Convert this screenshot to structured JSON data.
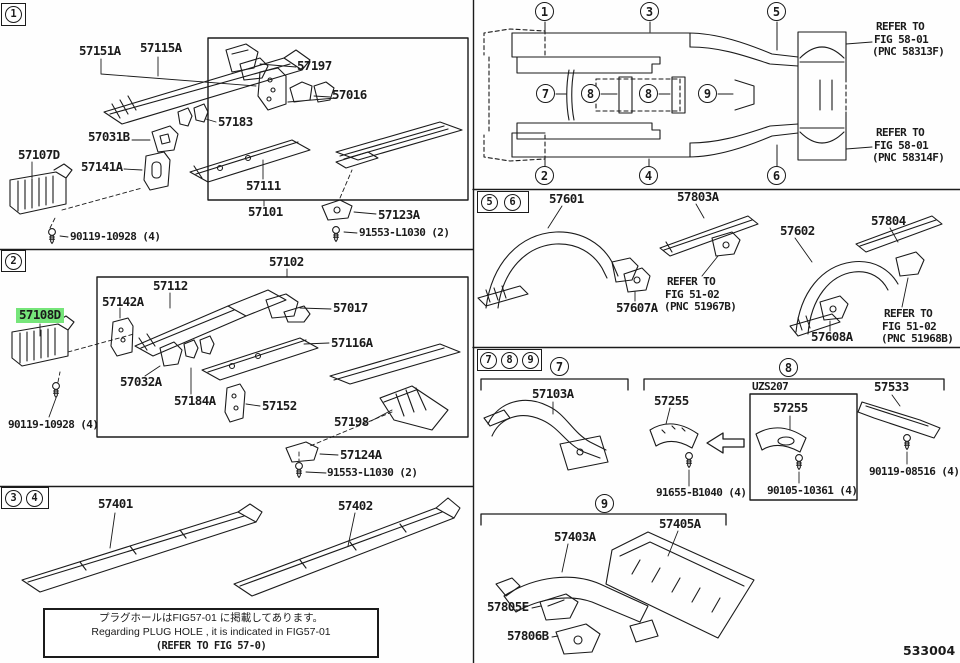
{
  "doc": {
    "number": "533004"
  },
  "highlight": {
    "color": "#76e57a"
  },
  "callouts": {
    "n1": "1",
    "n2": "2",
    "n3": "3",
    "n4": "4",
    "n5": "5",
    "n6": "6",
    "n7": "7",
    "n8": "8",
    "n9": "9"
  },
  "p1": {
    "k57151a": "57151A",
    "k57115a": "57115A",
    "k57197": "57197",
    "k57016": "57016",
    "k57183": "57183",
    "k57031b": "57031B",
    "k57107d": "57107D",
    "k57141a": "57141A",
    "k57111": "57111",
    "k57101": "57101",
    "k57123a": "57123A",
    "bolt1": "90119-10928 (4)",
    "bolt2": "91553-L1030 (2)"
  },
  "p2": {
    "k57102": "57102",
    "k57112": "57112",
    "k57142a": "57142A",
    "k57017": "57017",
    "k57108d": "57108D",
    "k57116a": "57116A",
    "k57032a": "57032A",
    "k57184a": "57184A",
    "k57152": "57152",
    "k57198": "57198",
    "k57124a": "57124A",
    "bolt1": "90119-10928 (4)",
    "bolt2": "91553-L1030 (2)"
  },
  "p34": {
    "k57401": "57401",
    "k57402": "57402",
    "note_jp": "プラグホールはFIG57-01 に掲載してあります。",
    "note_en": "Regarding PLUG HOLE , it is indicated in FIG57-01",
    "note_ref": "(REFER TO FIG 57-0)"
  },
  "overview": {
    "refer_top": {
      "l1": "REFER TO",
      "l2": "FIG 58-01",
      "l3": "(PNC 58313F)"
    },
    "refer_bottom": {
      "l1": "REFER TO",
      "l2": "FIG 58-01",
      "l3": "(PNC 58314F)"
    }
  },
  "p56": {
    "k57601": "57601",
    "k57803a": "57803A",
    "k57602": "57602",
    "k57804": "57804",
    "k57607a": "57607A",
    "k57608a": "57608A",
    "refer1": {
      "l1": "REFER TO",
      "l2": "FIG 51-02",
      "l3": "(PNC 51967B)"
    },
    "refer2": {
      "l1": "REFER TO",
      "l2": "FIG 51-02",
      "l3": "(PNC 51968B)"
    }
  },
  "p789": {
    "k57103a": "57103A",
    "k57255": "57255",
    "k57255b": "57255",
    "k57533": "57533",
    "uzs207": "UZS207",
    "bolt1": "91655-B1040 (4)",
    "bolt2": "90105-10361 (4)",
    "bolt3": "90119-08516 (4)"
  },
  "p9": {
    "k57403a": "57403A",
    "k57405a": "57405A",
    "k57805e": "57805E",
    "k57806b": "57806B"
  }
}
